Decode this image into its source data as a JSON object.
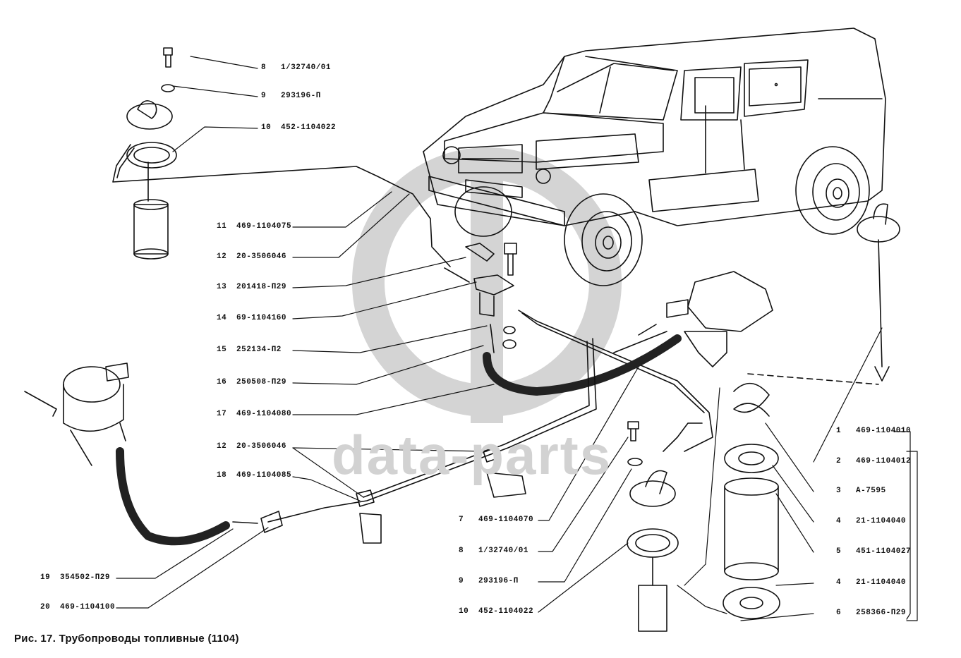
{
  "figure": {
    "caption": "Рис. 17. Трубопроводы топливные (1104)",
    "watermark": "data-parts",
    "watermark_color": "#d0d0d0",
    "line_color": "#111111"
  },
  "callouts": {
    "top_left": [
      {
        "num": "8",
        "code": "1/32740/01"
      },
      {
        "num": "9",
        "code": "293196-П"
      },
      {
        "num": "10",
        "code": "452-1104022"
      }
    ],
    "left_column": [
      {
        "num": "11",
        "code": "469-1104075"
      },
      {
        "num": "12",
        "code": "20-3506046"
      },
      {
        "num": "13",
        "code": "201418-П29"
      },
      {
        "num": "14",
        "code": "69-1104160"
      },
      {
        "num": "15",
        "code": "252134-П2"
      },
      {
        "num": "16",
        "code": "250508-П29"
      },
      {
        "num": "17",
        "code": "469-1104080"
      },
      {
        "num": "12",
        "code": "20-3506046"
      },
      {
        "num": "18",
        "code": "469-1104085"
      }
    ],
    "bottom_left": [
      {
        "num": "19",
        "code": "354502-П29"
      },
      {
        "num": "20",
        "code": "469-1104100"
      }
    ],
    "bottom_middle": [
      {
        "num": "7",
        "code": "469-1104070"
      },
      {
        "num": "8",
        "code": "1/32740/01"
      },
      {
        "num": "9",
        "code": "293196-П"
      },
      {
        "num": "10",
        "code": "452-1104022"
      }
    ],
    "right_column": [
      {
        "num": "1",
        "code": "469-1104010"
      },
      {
        "num": "2",
        "code": "469-1104012"
      },
      {
        "num": "3",
        "code": "А-7595"
      },
      {
        "num": "4",
        "code": "21-1104040"
      },
      {
        "num": "5",
        "code": "451-1104027"
      },
      {
        "num": "4",
        "code": "21-1104040"
      },
      {
        "num": "6",
        "code": "258366-П29"
      }
    ]
  }
}
